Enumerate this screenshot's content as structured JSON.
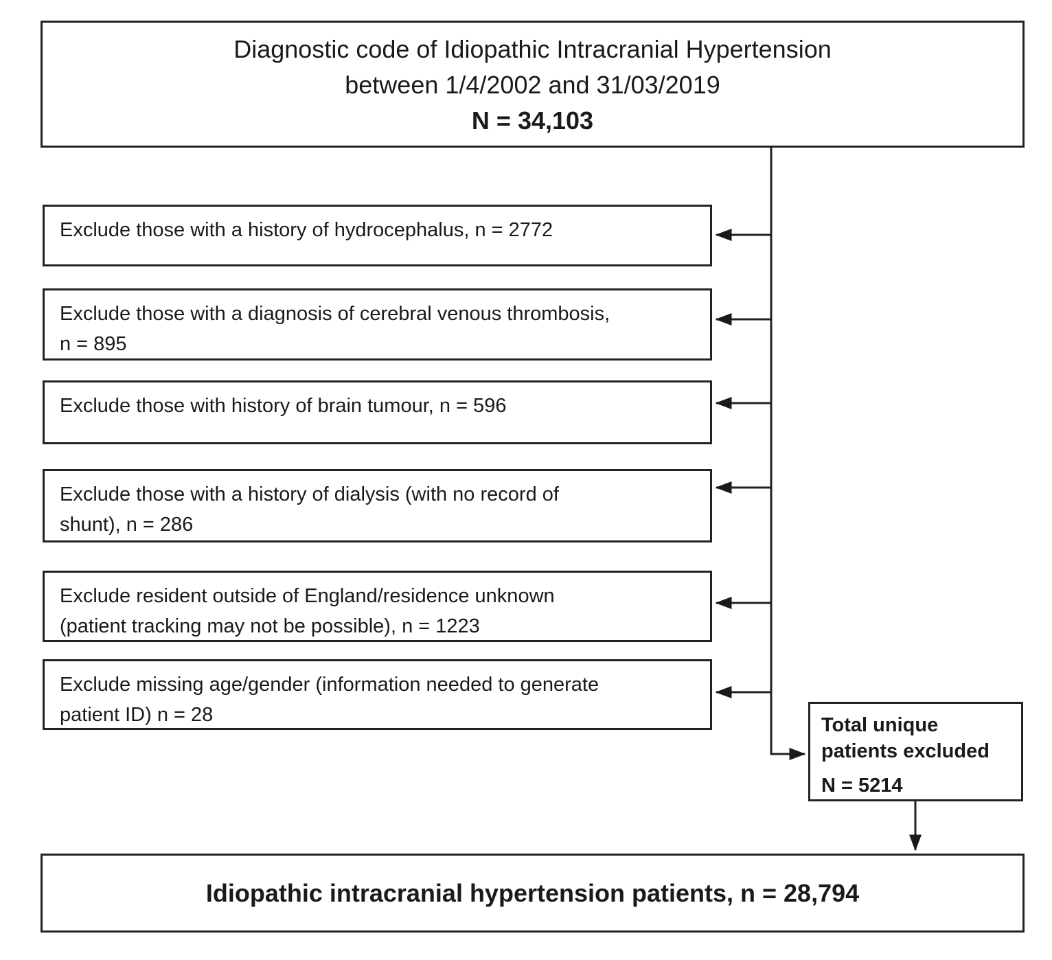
{
  "title_box": {
    "line1": "Diagnostic code of Idiopathic Intracranial Hypertension",
    "line2": "between 1/4/2002 and 31/03/2019",
    "n_label": "N = 34,103"
  },
  "exclusions": [
    {
      "lines": [
        "Exclude those with a history of hydrocephalus, n = 2772"
      ],
      "n": 2772
    },
    {
      "lines": [
        "Exclude those with a diagnosis of cerebral venous thrombosis,",
        "n = 895"
      ],
      "n": 895
    },
    {
      "lines": [
        "Exclude those with history of brain tumour, n = 596"
      ],
      "n": 596
    },
    {
      "lines": [
        "Exclude those with a history of dialysis (with no record of",
        "shunt), n = 286"
      ],
      "n": 286
    },
    {
      "lines": [
        "Exclude resident outside of England/residence unknown",
        "(patient tracking may not be possible), n = 1223"
      ],
      "n": 1223
    },
    {
      "lines": [
        "Exclude missing age/gender (information needed to generate",
        "patient ID) n = 28"
      ],
      "n": 28
    }
  ],
  "excluded_total_box": {
    "line1": "Total unique",
    "line2": "patients excluded",
    "n_label": "N = 5214"
  },
  "final_box": {
    "text": "Idiopathic intracranial hypertension patients, n = 28,794"
  },
  "colors": {
    "line": "#222222",
    "text": "#1a1a1a",
    "background": "#ffffff"
  }
}
